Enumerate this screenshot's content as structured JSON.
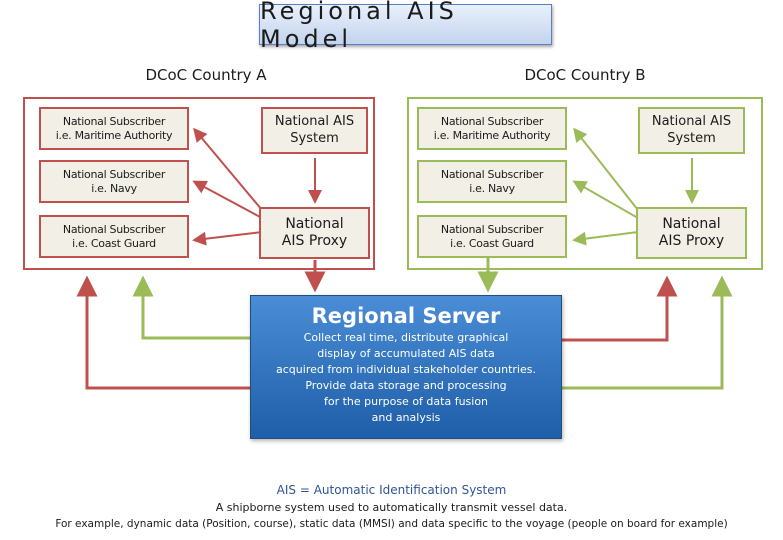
{
  "title": "Regional AIS Model",
  "countries": [
    {
      "label": "DCoC Country A",
      "subscribers": [
        {
          "line1": "National Subscriber",
          "line2": "i.e. Maritime Authority"
        },
        {
          "line1": "National Subscriber",
          "line2": "i.e. Navy"
        },
        {
          "line1": "National Subscriber",
          "line2": "i.e. Coast Guard"
        }
      ],
      "system": {
        "line1": "National AIS",
        "line2": "System"
      },
      "proxy": {
        "line1": "National",
        "line2": "AIS Proxy"
      }
    },
    {
      "label": "DCoC Country B",
      "subscribers": [
        {
          "line1": "National Subscriber",
          "line2": "i.e. Maritime Authority"
        },
        {
          "line1": "National Subscriber",
          "line2": "i.e. Navy"
        },
        {
          "line1": "National Subscriber",
          "line2": "i.e. Coast Guard"
        }
      ],
      "system": {
        "line1": "National AIS",
        "line2": "System"
      },
      "proxy": {
        "line1": "National",
        "line2": "AIS Proxy"
      }
    }
  ],
  "server": {
    "title": "Regional Server",
    "description": [
      "Collect real time, distribute graphical",
      "display of accumulated AIS data",
      "acquired from individual stakeholder countries.",
      "Provide data storage and processing",
      "for the purpose of data fusion",
      "and analysis"
    ]
  },
  "footer": {
    "definition": "AIS = Automatic Identification System",
    "line2": "A shipborne system used to automatically transmit vessel data.",
    "line3": "For example, dynamic data (Position, course), static data (MMSI) and data specific to the voyage (people on board for example)"
  },
  "colors": {
    "country_a": "#c0504d",
    "country_b": "#9bbb59",
    "server": "#1f5ea8"
  }
}
